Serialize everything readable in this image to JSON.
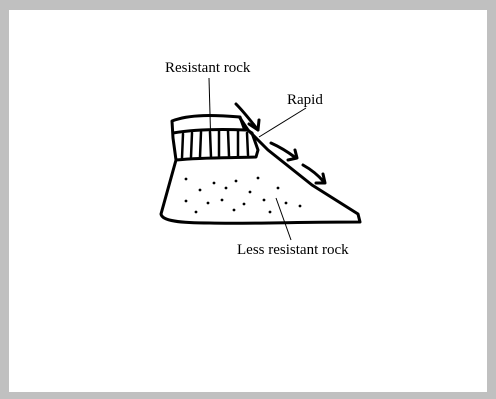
{
  "labels": {
    "resistant_rock": "Resistant rock",
    "rapid": "Rapid",
    "less_resistant_rock": "Less resistant rock"
  },
  "colors": {
    "background": "#c0c0c0",
    "page": "#ffffff",
    "ink": "#000000"
  }
}
